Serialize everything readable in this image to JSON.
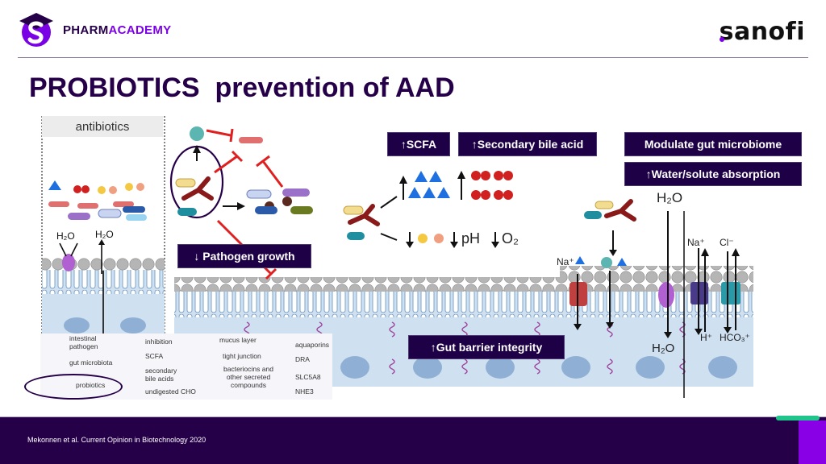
{
  "header": {
    "logo_text_part1": "PHARM",
    "logo_text_part2": "ACADEMY",
    "brand": "sanofi"
  },
  "title": "PROBIOTICS  prevention of AAD",
  "figure": {
    "antibiotics_label": "antibiotics",
    "h2o_labels": [
      "H₂O",
      "H₂O"
    ],
    "tags": {
      "pathogen_growth": "↓ Pathogen growth",
      "scfa": "↑SCFA",
      "secondary_bile_acid": "↑Secondary bile acid",
      "modulate_microbiome": "Modulate gut microbiome",
      "water_absorption": "↑Water/solute absorption",
      "gut_barrier": "↑Gut barrier integrity"
    },
    "chem_labels": {
      "ph": "pH",
      "o2": "O₂",
      "na_plus_1": "Na⁺",
      "na_plus_2": "Na⁺",
      "cl_minus": "Cl⁻",
      "h_plus": "H⁺",
      "hco3": "HCO₃⁺",
      "h2o_top": "H₂O",
      "h2o_bottom": "H₂O"
    },
    "legend": {
      "intestinal_pathogen": "intestinal pathogen",
      "gut_microbiota": "gut microbiota",
      "probiotics": "probiotics",
      "inhibition": "inhibition",
      "scfa": "SCFA",
      "secondary_bile_acids": "secondary bile acids",
      "undigested_cho": "undigested CHO",
      "mucus_layer": "mucus layer",
      "tight_junction": "tight junction",
      "bacteriocins": "bacteriocins and other secreted compounds",
      "aquaporins": "aquaporins",
      "dra": "DRA",
      "slc5a8": "SLC5A8",
      "nhe3": "NHE3"
    }
  },
  "footer": {
    "citation": "Mekonnen et al. Current Opinion in Biotechnology 2020"
  },
  "colors": {
    "brand_dark": "#250048",
    "brand_purple": "#7a00e6",
    "accent_green": "#1fc58a",
    "inhibition_red": "#e02020",
    "scfa_blue": "#1e6fe0"
  }
}
